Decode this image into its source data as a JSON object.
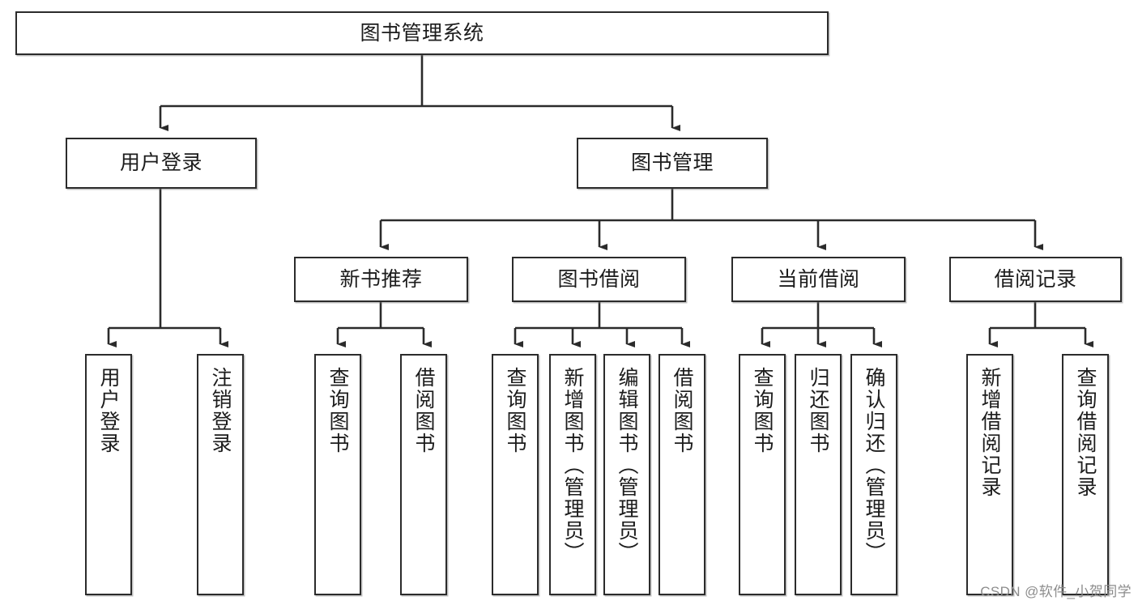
{
  "diagram": {
    "type": "tree-hierarchy-chart",
    "title": "图书管理系统",
    "line_color": "#2b2b2b",
    "box_fill": "#ffffff",
    "text_color": "#1c1c1c",
    "watermark": "CSDN @软件_小贺同学"
  },
  "nodes": {
    "root": {
      "label": "图书管理系统"
    },
    "level1": [
      {
        "id": "user-login",
        "label": "用户登录"
      },
      {
        "id": "book-manage",
        "label": "图书管理"
      }
    ],
    "level2": [
      {
        "id": "new-book-rec",
        "label": "新书推荐"
      },
      {
        "id": "book-borrow",
        "label": "图书借阅"
      },
      {
        "id": "current-borrow",
        "label": "当前借阅"
      },
      {
        "id": "borrow-record",
        "label": "借阅记录"
      }
    ],
    "leaves": {
      "user_login": [
        {
          "id": "leaf-user-login",
          "label": "用户登录"
        },
        {
          "id": "leaf-logout",
          "label": "注销登录"
        }
      ],
      "new_book_rec": [
        {
          "id": "leaf-query-book-1",
          "label": "查询图书"
        },
        {
          "id": "leaf-borrow-book-1",
          "label": "借阅图书"
        }
      ],
      "book_borrow": [
        {
          "id": "leaf-query-book-2",
          "label": "查询图书"
        },
        {
          "id": "leaf-add-book",
          "label": "新增图书（管理员）"
        },
        {
          "id": "leaf-edit-book",
          "label": "编辑图书（管理员）"
        },
        {
          "id": "leaf-borrow-book-2",
          "label": "借阅图书"
        }
      ],
      "current_borrow": [
        {
          "id": "leaf-query-book-3",
          "label": "查询图书"
        },
        {
          "id": "leaf-return-book",
          "label": "归还图书"
        },
        {
          "id": "leaf-confirm-return",
          "label": "确认归还（管理员）"
        }
      ],
      "borrow_record": [
        {
          "id": "leaf-add-record",
          "label": "新增借阅记录"
        },
        {
          "id": "leaf-query-record",
          "label": "查询借阅记录"
        }
      ]
    }
  }
}
